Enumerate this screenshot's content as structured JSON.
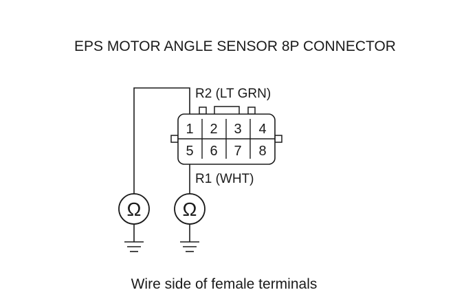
{
  "title": "EPS MOTOR ANGLE SENSOR 8P CONNECTOR",
  "wire_r2": "R2 (LT GRN)",
  "wire_r1": "R1 (WHT)",
  "footer": "Wire side of female terminals",
  "terminals_top": [
    "1",
    "2",
    "3",
    "4"
  ],
  "terminals_bottom": [
    "5",
    "6",
    "7",
    "8"
  ],
  "ohm_symbol": "Ω",
  "meter_icon": "ohmmeter-icon",
  "ground_icon": "ground-icon"
}
